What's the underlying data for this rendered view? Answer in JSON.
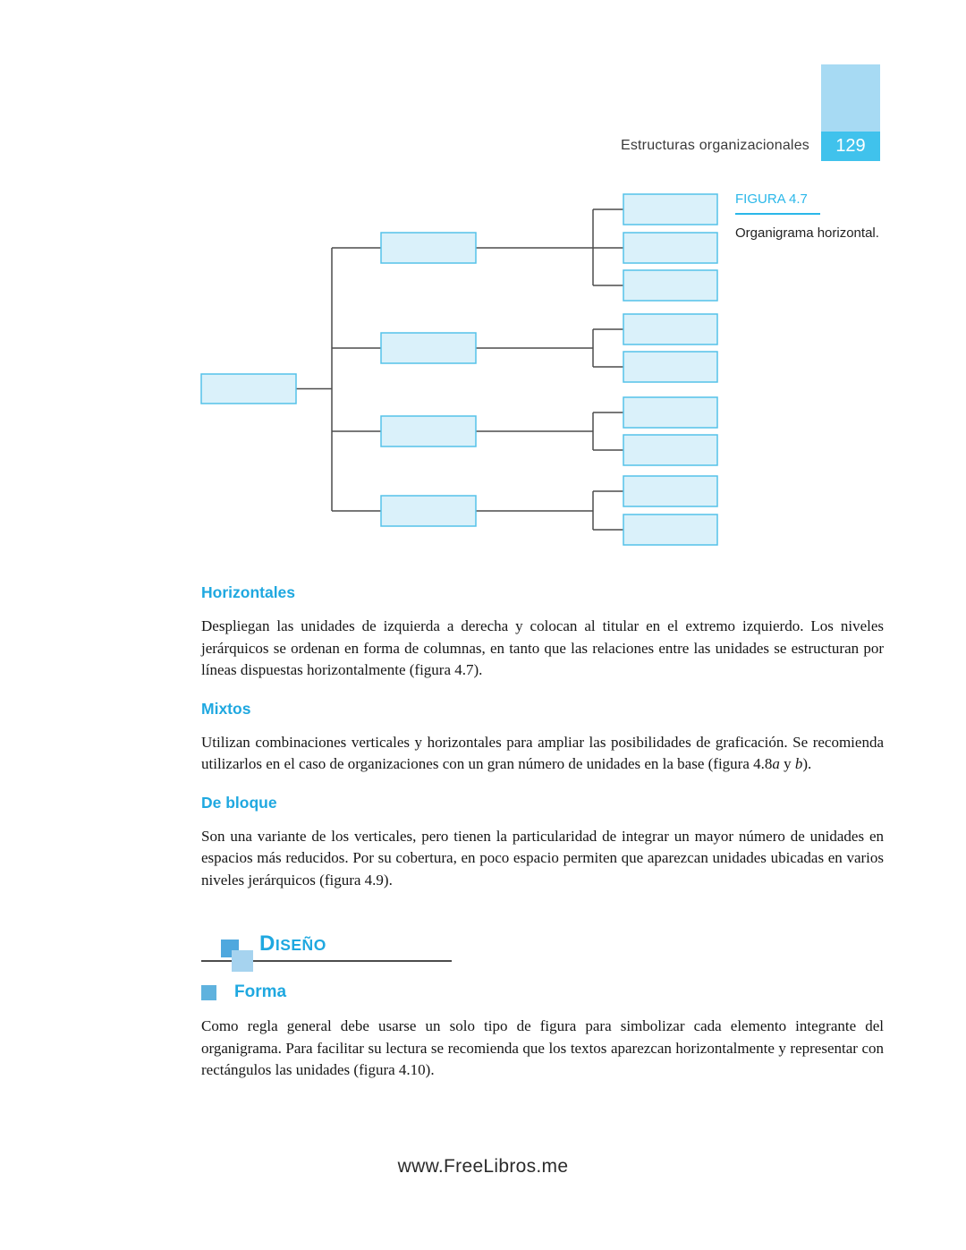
{
  "header": {
    "title": "Estructuras organizacionales",
    "page_number": "129"
  },
  "figure": {
    "label": "FIGURA 4.7",
    "caption": "Organigrama horizontal.",
    "structure": {
      "type": "horizontal-org-chart",
      "root_units": 1,
      "second_level_units": 4,
      "third_level_groups": [
        3,
        2,
        2,
        2
      ]
    }
  },
  "sections": [
    {
      "heading": "Horizontales",
      "body": "Despliegan las unidades de izquierda a derecha y colocan al titular en el extremo izquierdo. Los niveles jerárquicos se ordenan en forma de columnas, en tanto que las relaciones entre las unidades se estructuran por líneas dispuestas horizontalmente (figura 4.7)."
    },
    {
      "heading": "Mixtos",
      "parts": {
        "start": "Utilizan combinaciones verticales y horizontales para ampliar las posibilidades de graficación. Se recomienda utilizarlos en el caso de organizaciones con un gran número de unidades en la base (figura 4.8",
        "italic_a": "a",
        "middle": " y ",
        "italic_b": "b",
        "end": ")."
      }
    },
    {
      "heading": "De bloque",
      "body": "Son una variante de los verticales, pero tienen la particularidad de integrar un mayor número de unidades en espacios más reducidos. Por su cobertura, en poco espacio permiten que aparezcan unidades ubicadas en varios niveles jerárquicos (figura 4.9)."
    }
  ],
  "design": {
    "initial": "D",
    "rest": "ISEÑO"
  },
  "forma": {
    "heading": "Forma",
    "body": "Como regla general debe usarse un solo tipo de figura para simbolizar cada elemento integrante del organigrama. Para facilitar su lectura se recomienda que los textos aparezcan horizontalmente y representar con rectángulos las unidades (figura 4.10)."
  },
  "footer": {
    "url": "www.FreeLibros.me"
  },
  "colors": {
    "accent_cyan": "#1fa8e0",
    "figure_label_cyan": "#2ab7e9",
    "org_box_fill": "#daf1fa",
    "org_box_border": "#55c2e9",
    "connector_gray": "#4c4c4c",
    "page_tab_light": "#a7daf3",
    "page_tab_dark": "#40c2ec",
    "design_icon_dark": "#4fa8de",
    "design_icon_light": "#a6d3ef"
  }
}
